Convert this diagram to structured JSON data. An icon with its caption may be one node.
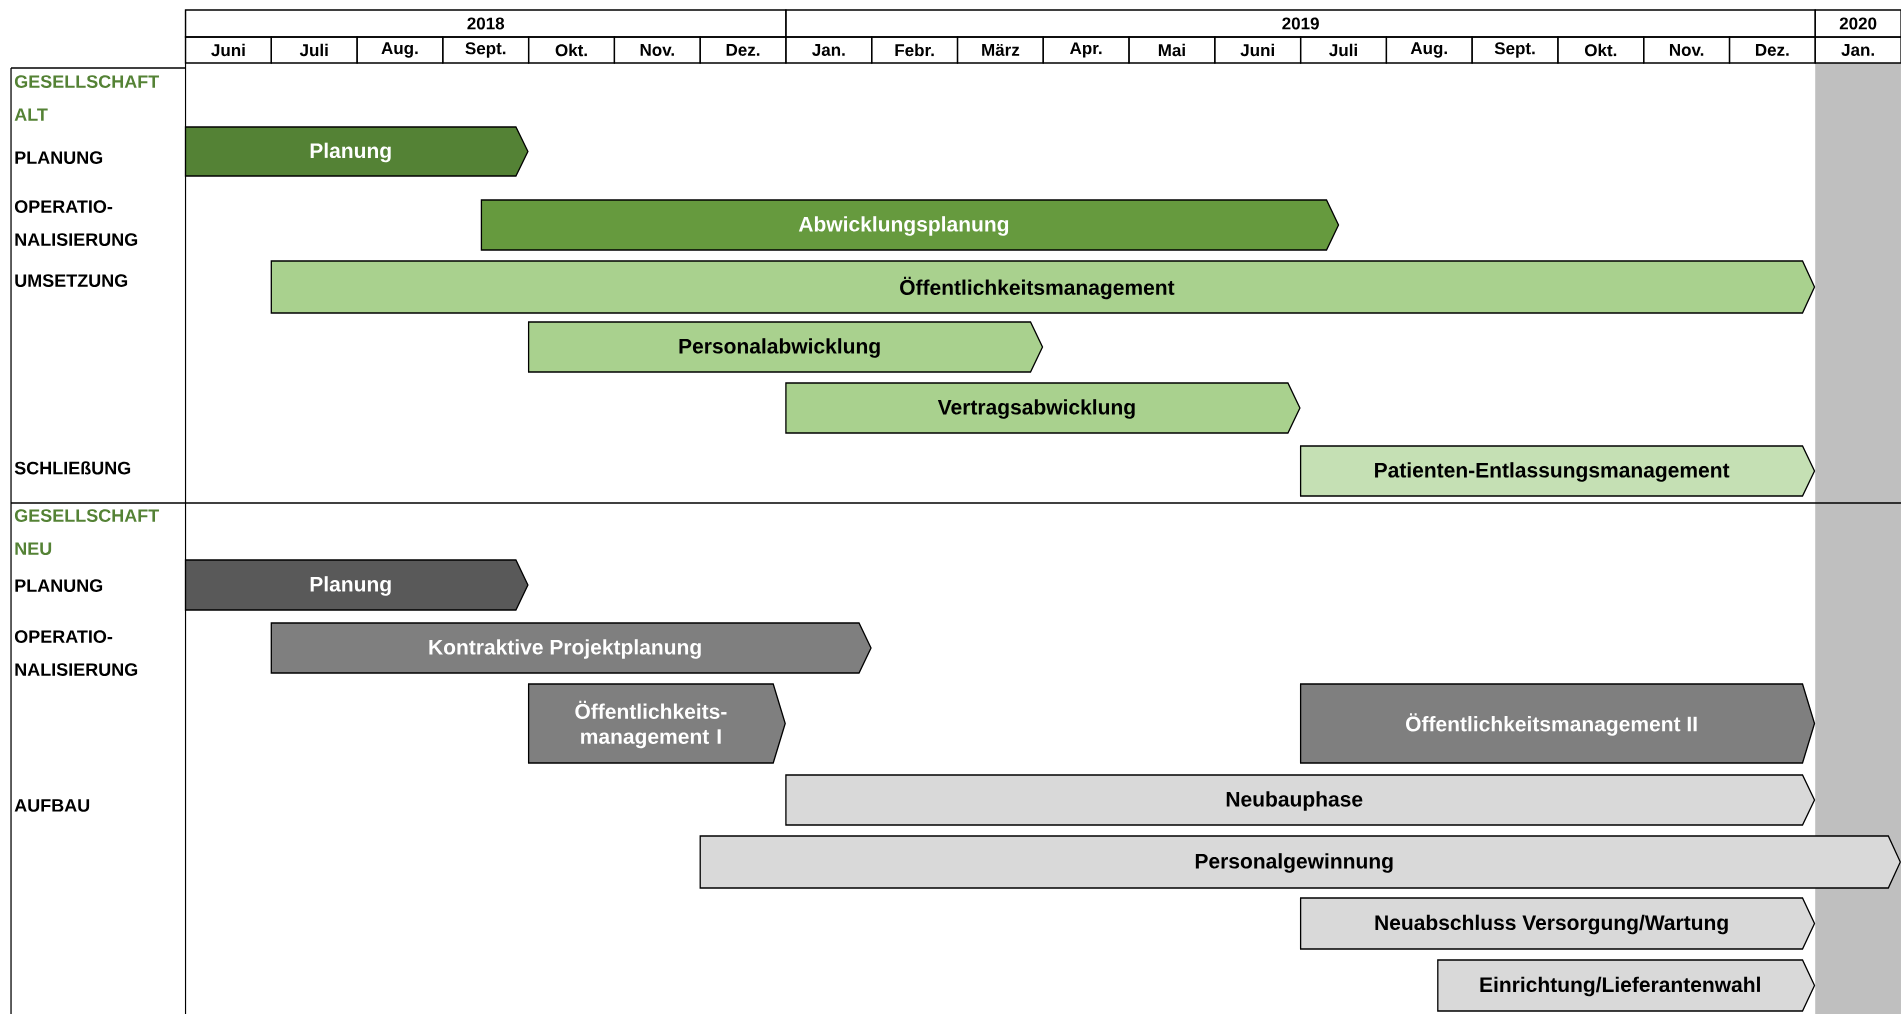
{
  "diagram": {
    "nodes": [
      {
        "text": [
          "Planung"
        ]
      },
      {
        "text": [
          "Abwicklungsplanung"
        ]
      },
      {
        "text": [
          "Öffentlichkeitsmanagement"
        ]
      },
      {
        "text": [
          "Personalabwicklung"
        ]
      },
      {
        "text": [
          "Vertragsabwicklung"
        ]
      },
      {
        "text": [
          "Patienten-Entlassungsmanagement"
        ]
      },
      {
        "text": [
          "Planung"
        ]
      },
      {
        "text": [
          "Kontraktive Projektplanung"
        ]
      },
      {
        "text": [
          "Öffentlichkeits- management I"
        ]
      },
      {
        "text": [
          "Öffentlichkeitsmanagement II"
        ]
      },
      {
        "text": [
          "Neubauphase"
        ]
      },
      {
        "text": [
          "Personalgewinnung"
        ]
      },
      {
        "text": [
          "Neuabschluss Versorgung/Wartung"
        ]
      },
      {
        "text": [
          "Einrichtung/Lieferantenwahl"
        ]
      }
    ],
    "labels": [
      "2018",
      "2019",
      "2020",
      "Juni",
      "Juli",
      "Aug.",
      "Sept.",
      "Okt.",
      "Nov.",
      "Dez.",
      "Jan.",
      "Febr.",
      "März",
      "Apr.",
      "Mai",
      "Juni",
      "Juli",
      "Aug.",
      "Sept.",
      "Okt.",
      "Nov.",
      "Dez.",
      "Jan.",
      "GESELLSCHAFT ALT",
      "PLANUNG",
      "OPERATIO- NALISIERUNG",
      "UMSETZUNG",
      "SCHLIEßUNG",
      "GESELLSCHAFT NEU",
      "PLANUNG",
      "OPERATIO- NALISIERUNG",
      "AUFBAU"
    ]
  }
}
